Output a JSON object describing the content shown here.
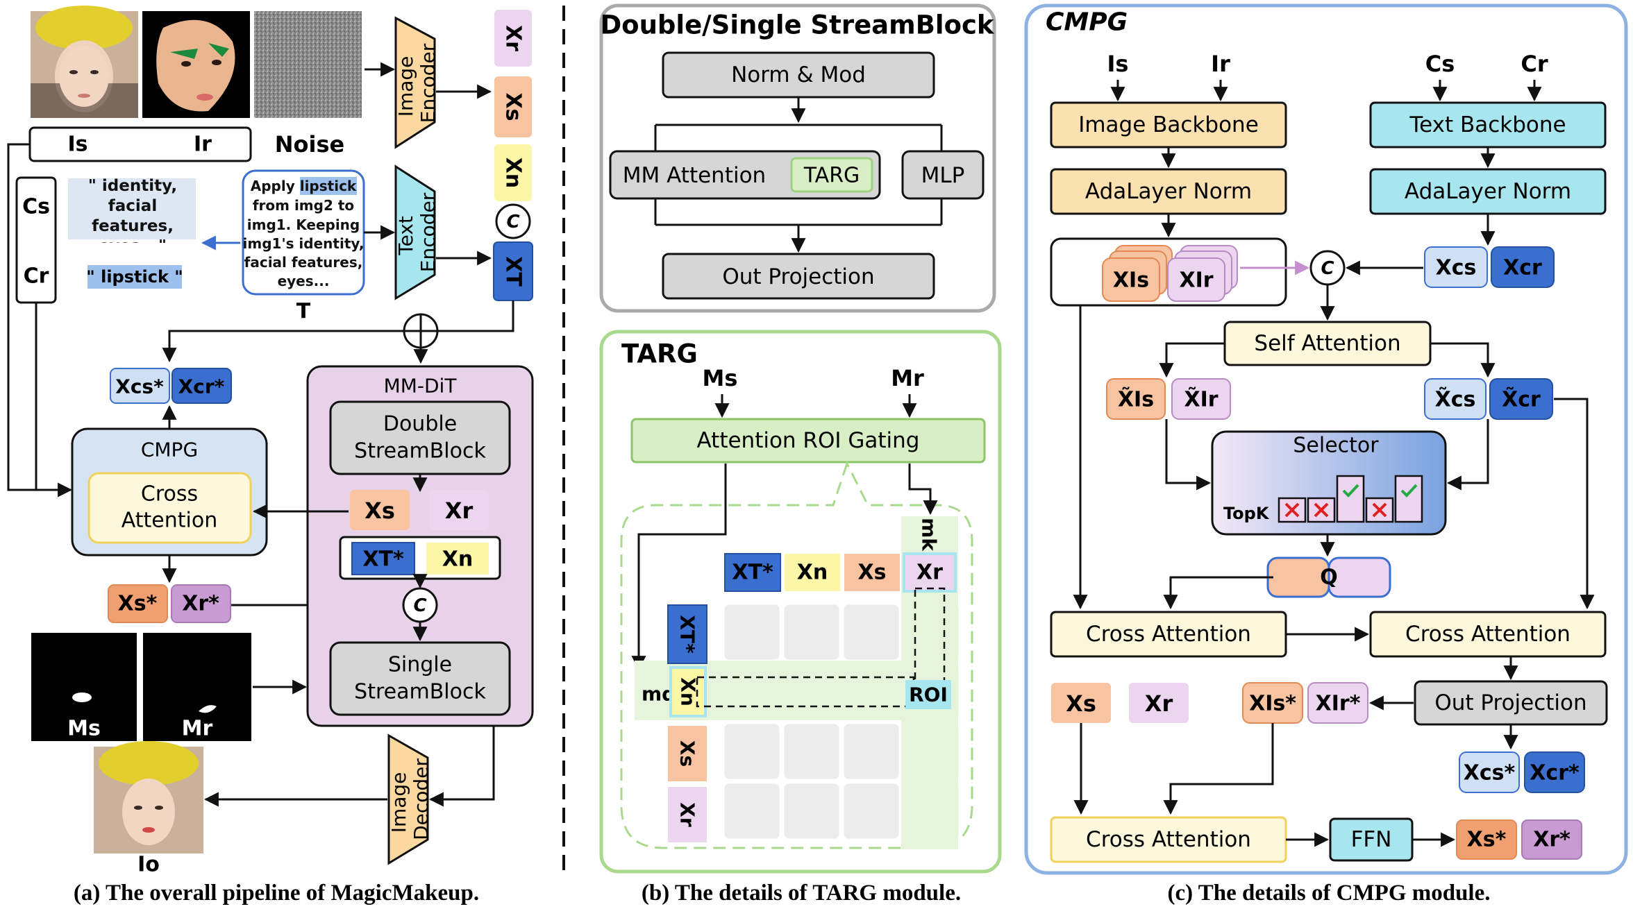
{
  "colors": {
    "peach": "#f7c3a0",
    "peach_stroke": "#e28a55",
    "lavender": "#ecd5ef",
    "lavender_stroke": "#b78bc2",
    "blue_dark": "#3a6fd0",
    "blue_light": "#cfe0f5",
    "yellow": "#fcf6a8",
    "gray_box": "#d6d6d6",
    "green_box": "#d8efc6",
    "cyan_box": "#a8e6ef",
    "cream": "#fdf7dc",
    "purple_panel": "#e7d2ea",
    "cmpg_blue": "#d6e3f2",
    "orange_box": "#fbe0b0"
  },
  "panel_a": {
    "caption": "(a) The overall pipeline of MagicMakeup.",
    "is_label": "Is",
    "ir_label": "Ir",
    "noise_label": "Noise",
    "cs_label": "Cs",
    "cr_label": "Cr",
    "quote_identity": "\" identity, facial features, eyes...\"",
    "quote_lipstick": "\" lipstick \"",
    "prompt_lines": [
      "Apply lipstick",
      "from img2 to",
      "img1. Keeping",
      "img1's identity,",
      "facial features,",
      "eyes..."
    ],
    "t_label": "T",
    "image_encoder": [
      "Image",
      "Encoder"
    ],
    "text_encoder": [
      "Text",
      "Encoder"
    ],
    "image_decoder": [
      "Image",
      "Decoder"
    ],
    "xr": "Xr",
    "xs": "Xs",
    "xn": "Xn",
    "xt": "XT",
    "c_symbol": "C",
    "xcs_star": "Xcs*",
    "xcr_star": "Xcr*",
    "cmpg_title": "CMPG",
    "cross_attention": [
      "Cross",
      "Attention"
    ],
    "xs_star": "Xs*",
    "xr_star": "Xr*",
    "mmdit_title": "MM-DiT",
    "double_block": [
      "Double",
      "StreamBlock"
    ],
    "single_block": [
      "Single",
      "StreamBlock"
    ],
    "xt_star": "XT*",
    "ms_label": "Ms",
    "mr_label": "Mr",
    "io_label": "Io"
  },
  "panel_b": {
    "caption": "(b) The details of TARG module.",
    "dss_title": "Double/Single StreamBlock",
    "norm_mod": "Norm & Mod",
    "mm_attention": "MM Attention",
    "targ_tag": "TARG",
    "mlp": "MLP",
    "out_projection": "Out Projection",
    "targ_title": "TARG",
    "ms_label": "Ms",
    "mr_label": "Mr",
    "gating": "Attention ROI Gating",
    "col_labels": [
      "XT*",
      "Xn",
      "Xs",
      "Xr"
    ],
    "row_labels": [
      "XT*",
      "Xn",
      "Xs",
      "Xr"
    ],
    "mk_label": "mk",
    "mq_label": "mq",
    "roi_label": "ROI"
  },
  "panel_c": {
    "caption": "(c) The details of CMPG module.",
    "title": "CMPG",
    "is_label": "Is",
    "ir_label": "Ir",
    "cs_label": "Cs",
    "cr_label": "Cr",
    "image_backbone": "Image Backbone",
    "text_backbone": "Text Backbone",
    "ada_norm": "AdaLayer Norm",
    "xis": "XIs",
    "xir": "XIr",
    "xcs": "Xcs",
    "xcr": "Xcr",
    "c_symbol": "C",
    "self_attention": "Self  Attention",
    "txis": "X̃Is",
    "txir": "X̃Ir",
    "txcs": "X̃cs",
    "txcr": "X̃cr",
    "selector": "Selector",
    "topk": "TopK",
    "q_label": "Q",
    "cross_attention": "Cross Attention",
    "out_projection": "Out Projection",
    "xs": "Xs",
    "xr": "Xr",
    "xis_star": "XIs*",
    "xir_star": "XIr*",
    "xcs_star": "Xcs*",
    "xcr_star": "Xcr*",
    "ffn": "FFN",
    "xs_star": "Xs*",
    "xr_star": "Xr*"
  }
}
